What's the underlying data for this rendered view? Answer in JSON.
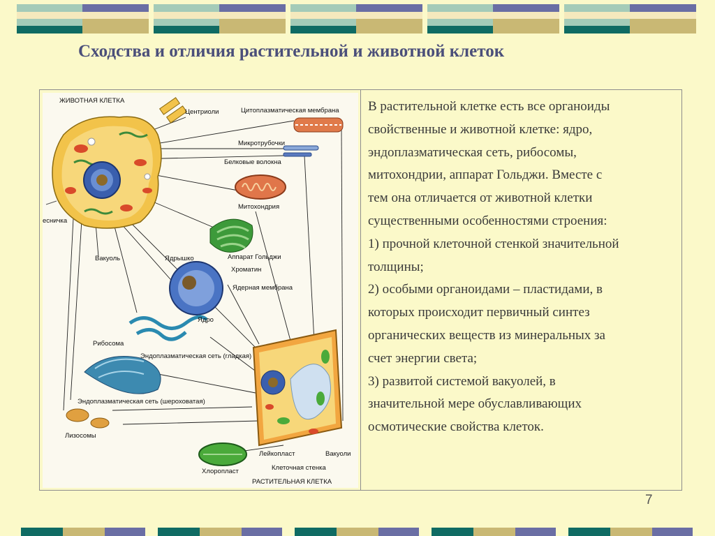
{
  "slide": {
    "title": "Сходства и отличия растительной и животной клеток",
    "page_number": "7",
    "paragraphs": [
      "В растительной клетке есть все органоиды",
      "свойственные и животной клетке: ядро,",
      "эндоплазматическая сеть, рибосомы,",
      "митохондрии, аппарат Гольджи. Вместе с",
      "тем она отличается от животной клетки",
      "существенными особенностями строения:",
      "1) прочной клеточной стенкой значительной",
      "толщины;",
      "2) особыми органоидами – пластидами, в",
      "которых происходит первичный синтез",
      "органических веществ из минеральных за",
      "счет энергии света;",
      "3) развитой системой вакуолей, в",
      "значительной мере обуславливающих",
      "осмотические свойства клеток."
    ]
  },
  "figure": {
    "labels": {
      "animal_cell": "ЖИВОТНАЯ КЛЕТКА",
      "centrioles": "Центриоли",
      "cytoplasmic_membrane": "Цитоплазматическая мембрана",
      "microtubules": "Микротрубочки",
      "protein_fibers": "Белковые волокна",
      "mitochondrion": "Митохондрия",
      "cilium": "есничка",
      "nucleolus": "Ядрышко",
      "golgi": "Аппарат Гольджи",
      "chromatin": "Хроматин",
      "vacuole": "Вакуоль",
      "nuclear_membrane": "Ядерная мембрана",
      "nucleus": "Ядро",
      "ribosome": "Рибосома",
      "smooth_er": "Эндоплазматическая сеть (гладкая)",
      "rough_er": "Эндоплазматическая сеть (шероховатая)",
      "lysosomes": "Лизосомы",
      "leucoplast": "Лейкопласт",
      "vacuoles": "Вакуоли",
      "chloroplast": "Хлоропласт",
      "cell_wall": "Клеточная стенка",
      "plant_cell": "РАСТИТЕЛЬНАЯ КЛЕТКА"
    }
  },
  "colors": {
    "background": "#fbf9c9",
    "title": "#4b4f7a",
    "stripe_blue": "#6a6ea4",
    "stripe_teal": "#0f6b63",
    "stripe_tan": "#c9b874",
    "stripe_mint": "#a4cbb8",
    "stripe_cream": "#f5e9bd"
  }
}
